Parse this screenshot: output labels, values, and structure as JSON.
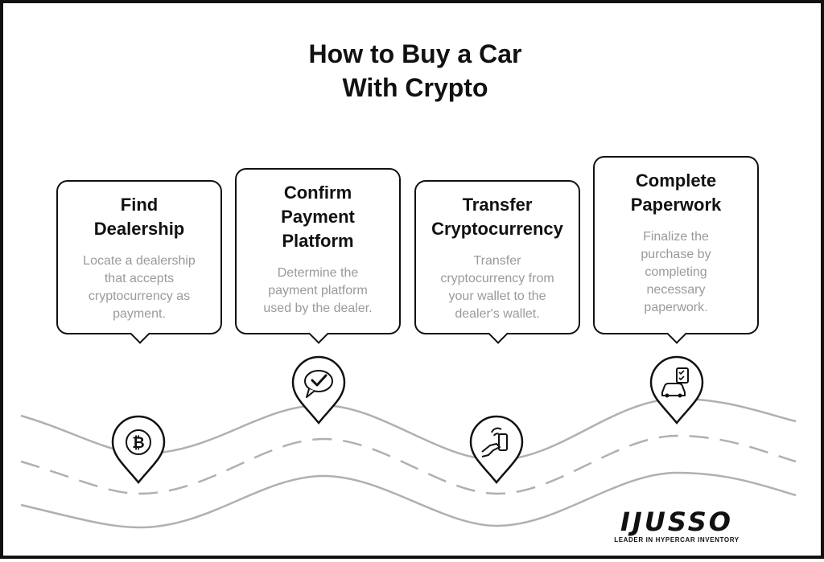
{
  "title": "How to Buy a Car\nWith Crypto",
  "steps": [
    {
      "title": "Find\nDealership",
      "description": "Locate a dealership\nthat accepts\ncryptocurrency as\npayment.",
      "icon": "bitcoin-icon"
    },
    {
      "title": "Confirm\nPayment\nPlatform",
      "description": "Determine the\npayment platform\nused by the dealer.",
      "icon": "speech-bubble-check-icon"
    },
    {
      "title": "Transfer\nCryptocurrency",
      "description": "Transfer\ncryptocurrency from\nyour wallet to the\ndealer's wallet.",
      "icon": "hand-phone-payment-icon"
    },
    {
      "title": "Complete\nPaperwork",
      "description": "Finalize the\npurchase by\ncompleting\nnecessary\npaperwork.",
      "icon": "car-checklist-icon"
    }
  ],
  "brand": {
    "logo": "IJUSSO",
    "tagline": "LEADER IN HYPERCAR INVENTORY"
  },
  "colors": {
    "text": "#111111",
    "description": "#9a9a9a",
    "road": "#b0b0b0"
  }
}
